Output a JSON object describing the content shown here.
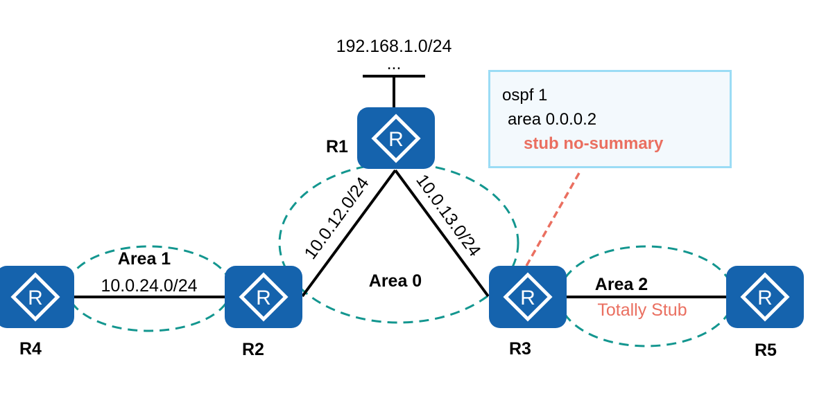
{
  "colors": {
    "router_fill": "#1563ad",
    "router_icon": "#ffffff",
    "area_outline": "#13968f",
    "link": "#000000",
    "callout_border": "#9bdcf5",
    "callout_fill": "#f3f9fd",
    "highlight": "#ea6f60"
  },
  "routers": [
    {
      "id": "R1",
      "label": "R1",
      "icon": "router-icon",
      "glyph": "R"
    },
    {
      "id": "R2",
      "label": "R2",
      "icon": "router-icon",
      "glyph": "R"
    },
    {
      "id": "R3",
      "label": "R3",
      "icon": "router-icon",
      "glyph": "R"
    },
    {
      "id": "R4",
      "label": "R4",
      "icon": "router-icon",
      "glyph": "R"
    },
    {
      "id": "R5",
      "label": "R5",
      "icon": "router-icon",
      "glyph": "R"
    }
  ],
  "links": [
    {
      "from": "R4",
      "to": "R2",
      "subnet": "10.0.24.0/24"
    },
    {
      "from": "R2",
      "to": "R1",
      "subnet": "10.0.12.0/24"
    },
    {
      "from": "R1",
      "to": "R3",
      "subnet": "10.0.13.0/24"
    },
    {
      "from": "R3",
      "to": "R5",
      "subnet": ""
    }
  ],
  "lan": {
    "subnet": "192.168.1.0/24",
    "ellipsis": "..."
  },
  "areas": [
    {
      "name": "Area 1",
      "type": ""
    },
    {
      "name": "Area 0",
      "type": ""
    },
    {
      "name": "Area 2",
      "type": "Totally Stub"
    }
  ],
  "callout": {
    "lines": [
      "ospf 1",
      "area 0.0.0.2",
      "stub no-summary"
    ],
    "attached_to": "R3"
  }
}
